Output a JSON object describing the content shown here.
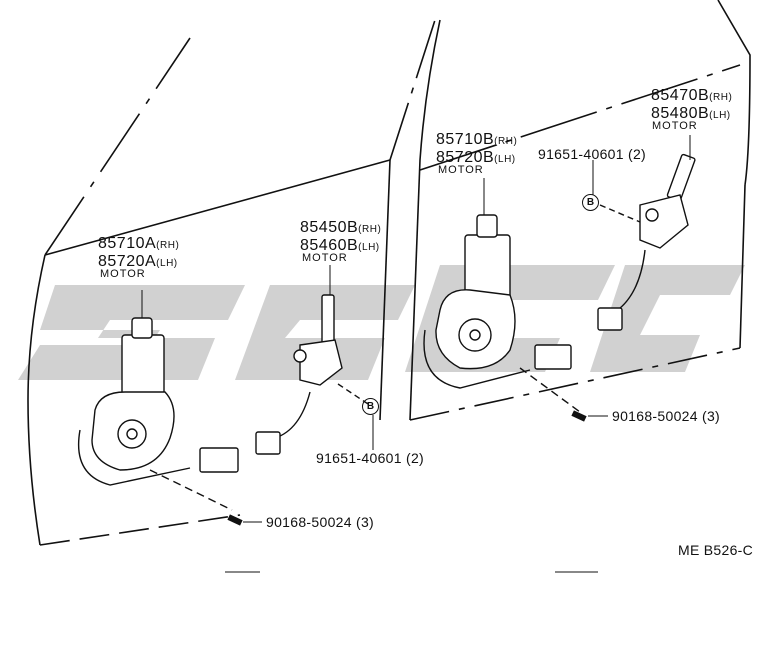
{
  "watermark": {
    "color": "#c9c9c9"
  },
  "left_door": {
    "front_motor": {
      "part1": "85710A",
      "side1": "(RH)",
      "part2": "85720A",
      "side2": "(LH)",
      "caption": "MOTOR"
    },
    "rear_motor": {
      "part1": "85450B",
      "side1": "(RH)",
      "part2": "85460B",
      "side2": "(LH)",
      "caption": "MOTOR"
    },
    "bolt_callout": "91651-40601  (2)",
    "bolt_marker": "B",
    "screw_callout": "90168-50024  (3)"
  },
  "right_door": {
    "front_motor": {
      "part1": "85710B",
      "side1": "(RH)",
      "part2": "85720B",
      "side2": "(LH)",
      "caption": "MOTOR"
    },
    "rear_motor": {
      "part1": "85470B",
      "side1": "(RH)",
      "part2": "85480B",
      "side2": "(LH)",
      "caption": "MOTOR"
    },
    "bolt_callout": "91651-40601  (2)",
    "bolt_marker": "B",
    "screw_callout": "90168-50024  (3)"
  },
  "diagram_code": "ME B526-C"
}
